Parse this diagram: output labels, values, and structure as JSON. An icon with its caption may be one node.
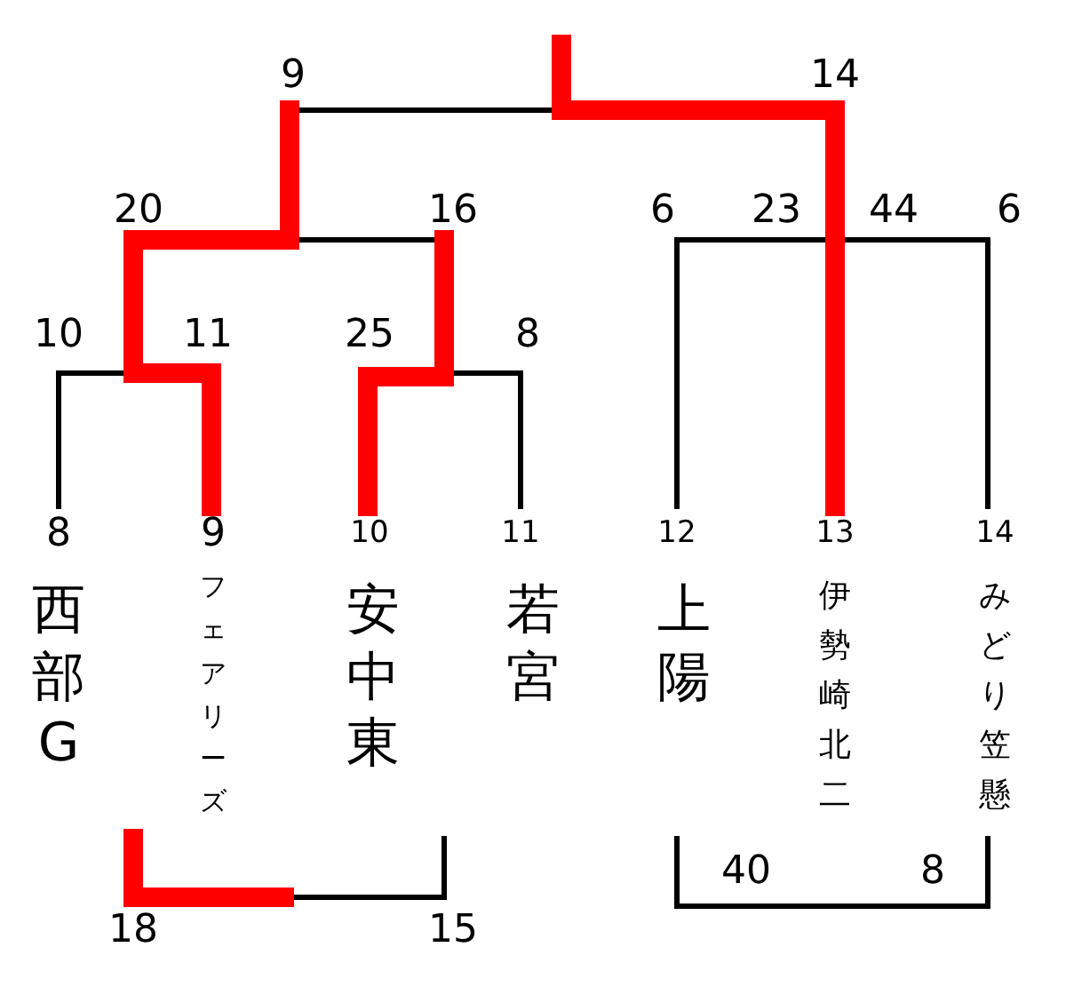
{
  "diagram": {
    "nodes": [
      {
        "text": [
          "西部G"
        ]
      },
      {
        "text": [
          "フェアリーズ"
        ]
      },
      {
        "text": [
          "安中東"
        ]
      },
      {
        "text": [
          "若宮"
        ]
      },
      {
        "text": [
          "上陽"
        ]
      },
      {
        "text": [
          "伊勢崎北二"
        ]
      },
      {
        "text": [
          "みどり笠懸"
        ]
      }
    ],
    "labels": [
      "9",
      "14",
      "20",
      "16",
      "6",
      "23",
      "44",
      "6",
      "10",
      "11",
      "25",
      "8",
      "8",
      "9",
      "10",
      "11",
      "12",
      "13",
      "14",
      "40",
      "8",
      "18",
      "15"
    ]
  }
}
